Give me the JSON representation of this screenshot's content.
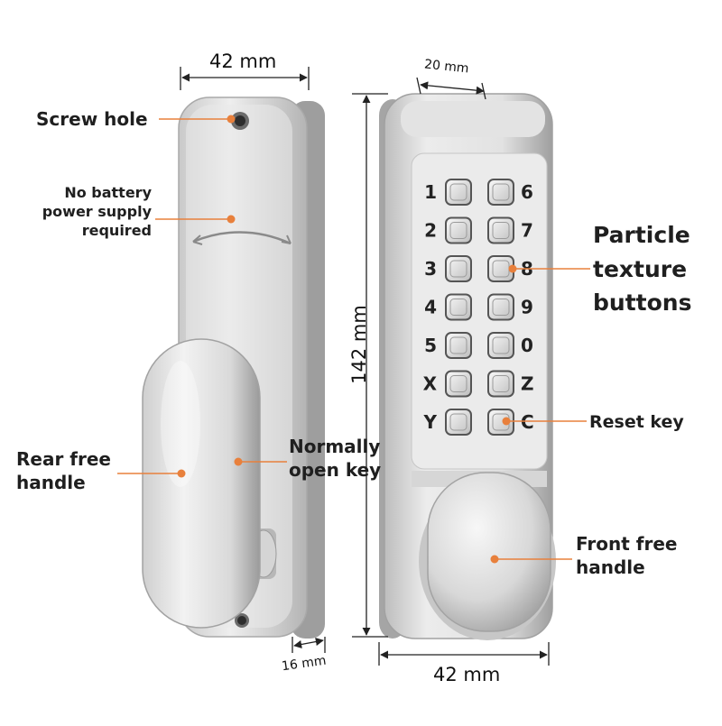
{
  "dimensions": {
    "rear_width": "42 mm",
    "front_depth": "20 mm",
    "height": "142 mm",
    "rear_depth": "16 mm",
    "front_width": "42 mm"
  },
  "callouts": {
    "screw_hole": "Screw hole",
    "no_battery_1": "No battery",
    "no_battery_2": "power supply",
    "no_battery_3": "required",
    "rear_handle_1": "Rear free",
    "rear_handle_2": "handle",
    "normally_open_1": "Normally",
    "normally_open_2": "open key",
    "particle_1": "Particle",
    "particle_2": "texture",
    "particle_3": "buttons",
    "reset_key": "Reset key",
    "front_handle_1": "Front free",
    "front_handle_2": "handle"
  },
  "keypad": {
    "left_column": [
      "1",
      "2",
      "3",
      "4",
      "5",
      "X",
      "Y"
    ],
    "right_column": [
      "6",
      "7",
      "8",
      "9",
      "0",
      "Z",
      "C"
    ]
  },
  "colors": {
    "accent": "#e8803c",
    "metal_light": "#e6e6e6",
    "metal_dark": "#a8a8a8"
  }
}
